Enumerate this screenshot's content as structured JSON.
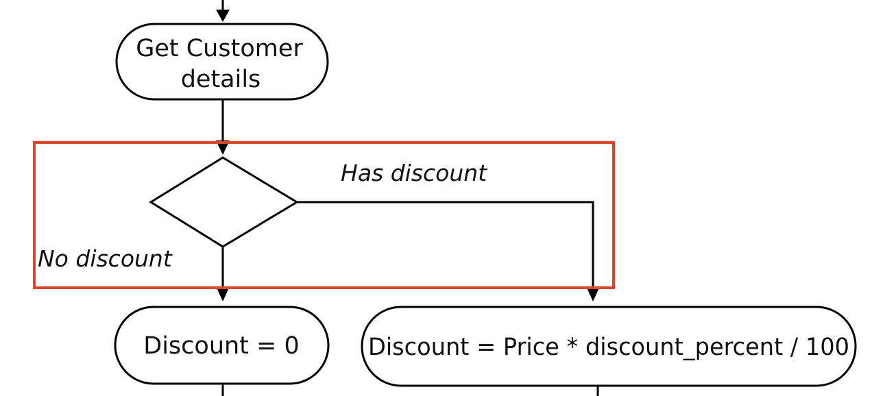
{
  "diagram": {
    "nodes": {
      "get_customer": {
        "line1": "Get Customer",
        "line2": "details"
      },
      "discount_zero": {
        "label": "Discount = 0"
      },
      "discount_calc": {
        "label": "Discount = Price * discount_percent / 100"
      }
    },
    "edges": {
      "has_discount": {
        "label": "Has discount"
      },
      "no_discount": {
        "label": "No discount"
      }
    },
    "highlight": {
      "color": "#d9482b"
    }
  }
}
